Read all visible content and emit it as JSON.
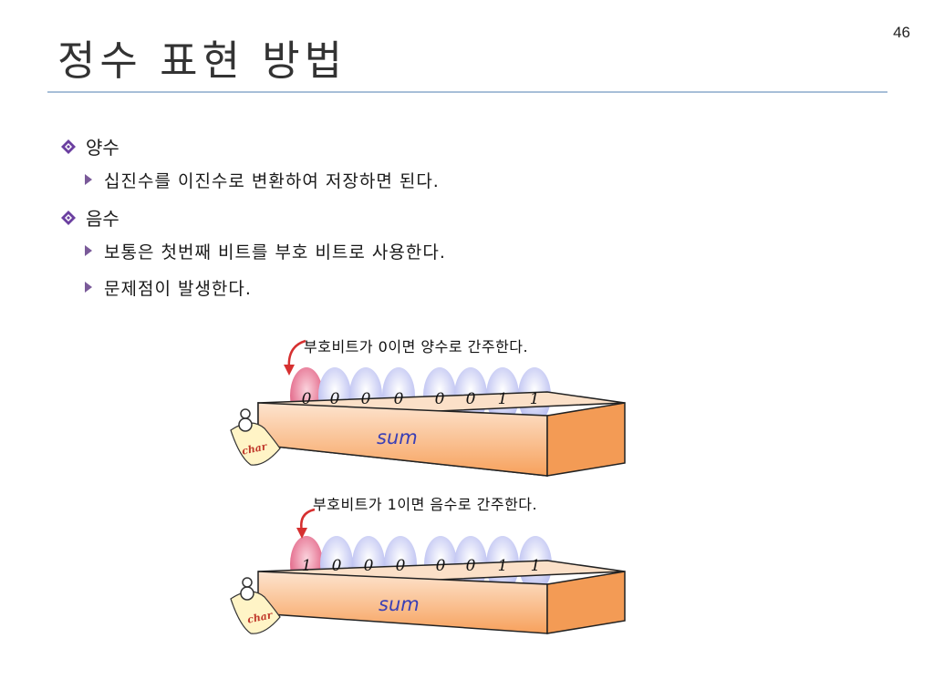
{
  "page_number": "46",
  "title": "정수 표현 방법",
  "bullets": [
    {
      "label": "양수",
      "sub": [
        "십진수를 이진수로 변환하여 저장하면 된다."
      ]
    },
    {
      "label": "음수",
      "sub": [
        "보통은 첫번째 비트를 부호 비트로 사용한다.",
        "문제점이 발생한다."
      ]
    }
  ],
  "diagrams": [
    {
      "caption": "부호비트가 0이면 양수로 간주한다.",
      "bits": [
        "0",
        "0",
        "0",
        "0",
        "0",
        "0",
        "1",
        "1"
      ],
      "variable": "sum",
      "type_tag": "char"
    },
    {
      "caption": "부호비트가 1이면 음수로 간주한다.",
      "bits": [
        "1",
        "0",
        "0",
        "0",
        "0",
        "0",
        "1",
        "1"
      ],
      "variable": "sum",
      "type_tag": "char"
    }
  ],
  "colors": {
    "title_rule": "#a7bfd8",
    "bullet_diamond": "#6b3fa0",
    "sign_bit_egg": "#e8708f",
    "bit_egg": "#c9cdf5",
    "box_front": "#f7a15c",
    "variable_text": "#3a3fb5",
    "arrow": "#d63030"
  }
}
